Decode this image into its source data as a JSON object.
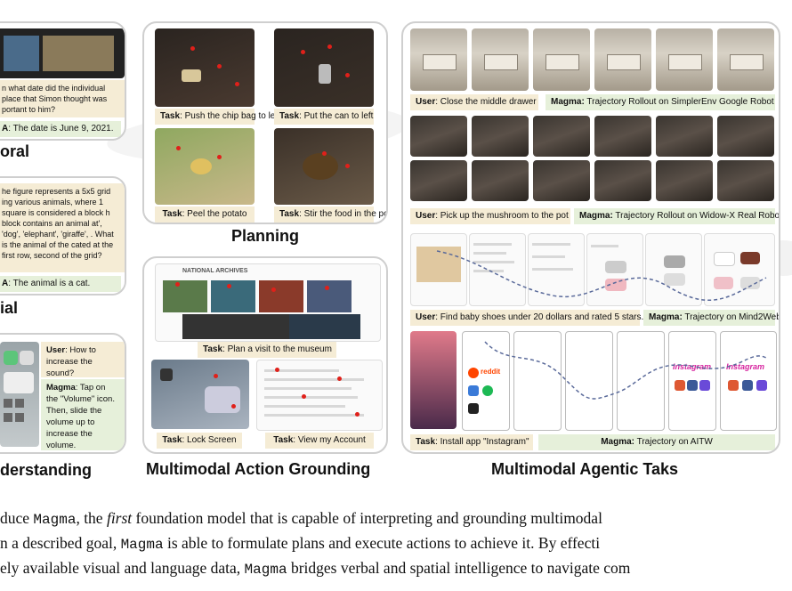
{
  "left_column": {
    "video_question": "n what date did the individual place that Simon thought was portant to him?",
    "video_answer_label": "",
    "video_answer": ": The date is June 9, 2021.",
    "title_top": "oral",
    "grid_question": "he figure represents a 5x5 grid ing various animals, where 1 square is considered a block h block contains an animal at', 'dog', 'elephant', 'giraffe', . What is the animal of the cated at the first row, second of the grid?",
    "grid_answer": ": The animal is a cat.",
    "title_mid": "ial",
    "ui_user_label": "User",
    "ui_user_text": ": How to increase the sound?",
    "ui_magma_label": "Magma",
    "ui_magma_text": ": Tap on the \"Volume\" icon. Then, slide the volume up to increase the volume.",
    "title_bottom": "derstanding"
  },
  "planning": {
    "task_label": "Task",
    "tasks": [
      ": Push the chip bag to left",
      ": Put the can to left",
      ": Peel the potato",
      ": Stir the food in the pot"
    ],
    "title": "Planning"
  },
  "grounding": {
    "task_label": "Task",
    "website_header": "NATIONAL ARCHIVES",
    "task_museum": ": Plan a visit to the museum",
    "task_lock": ": Lock Screen",
    "task_account": ": View my Account",
    "title": "Multimodal Action Grounding"
  },
  "agentic": {
    "user_label": "User",
    "magma_label": "Magma:",
    "task_label": "Task",
    "row1_user": ": Close the middle drawer",
    "row1_magma": "Trajectory Rollout on SimplerEnv Google Robot",
    "row2_user": ": Pick up the mushroom to the pot",
    "row2_magma": "Trajectory Rollout on Widow-X Real Robot",
    "row3_user": ": Find baby shoes under 20 dollars and rated 5 stars.",
    "row3_magma": "Trajectory on Mind2Web",
    "row4_task": ": Install app \"Instagram\"",
    "row4_magma": "Trajectory on AITW",
    "app_label_1": "reddit",
    "app_label_2": "Instagram",
    "title": "Multimodal Agentic Taks"
  },
  "caption": {
    "line1_a": "duce ",
    "line1_mono": "Magma",
    "line1_b": ", the ",
    "line1_it": "first",
    "line1_c": " foundation model that is capable of interpreting and grounding multimodal",
    "line2_a": "n a described goal, ",
    "line2_mono": "Magma",
    "line2_b": " is able to formulate plans and execute actions to achieve it.  By effecti",
    "line3_a": "ely available visual and language data, ",
    "line3_mono": "Magma",
    "line3_b": " bridges verbal and spatial intelligence to navigate com"
  }
}
